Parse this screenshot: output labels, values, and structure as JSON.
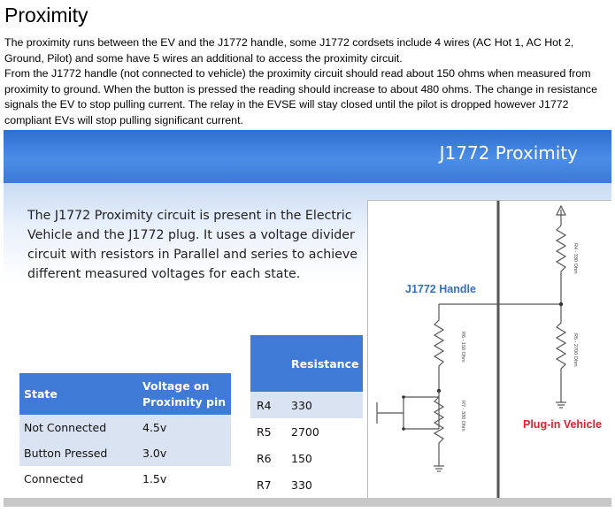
{
  "document": {
    "title": "Proximity",
    "paragraph1": "The proximity runs between the EV and the J1772 handle, some J1772 cordsets include 4 wires (AC Hot 1, AC Hot 2, Ground, Pilot) and some have 5 wires an additional to access the proximity circuit.",
    "paragraph2": "From the J1772 handle (not connected to vehicle) the proximity circuit should read about 150 ohms when measured from proximity to ground. When the button is pressed the reading should increase to about 480 ohms. The change in resistance signals the EV to stop pulling current. The relay in the EVSE will stay closed until the pilot is dropped however J1772 compliant EVs will stop pulling significant current."
  },
  "slide": {
    "title": "J1772 Proximity",
    "intro": "The J1772 Proximity circuit is present in the Electric Vehicle and the J1772 plug. It uses a voltage divider circuit with resistors in Parallel and series to achieve different measured voltages for each state.",
    "colors": {
      "header": "#3e7ad6",
      "row_alt": "#d9e3f2",
      "label_blue": "#2f6fcf",
      "label_red": "#e0202a"
    }
  },
  "resistance_table": {
    "header": "Resistance",
    "rows": [
      {
        "id": "R4",
        "value": "330"
      },
      {
        "id": "R5",
        "value": "2700"
      },
      {
        "id": "R6",
        "value": "150"
      },
      {
        "id": "R7",
        "value": "330"
      }
    ]
  },
  "state_table": {
    "headers": [
      "State",
      "Voltage on Proximity pin"
    ],
    "rows": [
      {
        "state": "Not Connected",
        "voltage": "4.5v"
      },
      {
        "state": "Button Pressed",
        "voltage": "3.0v"
      },
      {
        "state": "Connected",
        "voltage": "1.5v"
      }
    ]
  },
  "diagram": {
    "handle_label": "J1772 Handle",
    "vehicle_label": "Plug-in Vehicle",
    "resistor_labels": {
      "r4": "R4 - 330 Ohm",
      "r5": "R5 - 2700 Ohm",
      "r6": "R6 - 150 Ohm",
      "r7": "R7 - 330 Ohm"
    }
  }
}
